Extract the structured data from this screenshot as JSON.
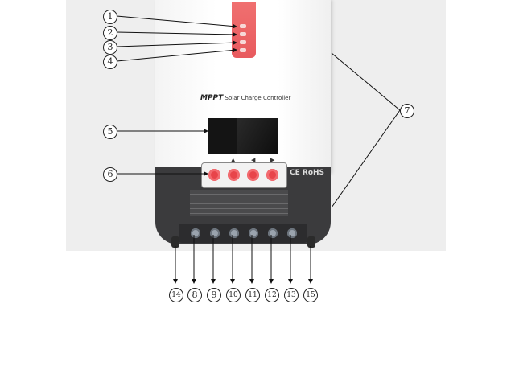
{
  "device": {
    "label_prefix": "MPPT",
    "label": "Solar Charge Controller",
    "ce_mark": "CE",
    "rohs_mark": "RoHS",
    "colors": {
      "accent": "#e8444a",
      "body_dark": "#3b3b3d",
      "body_light": "#ffffff"
    }
  },
  "callouts": {
    "c1": "1",
    "c2": "2",
    "c3": "3",
    "c4": "4",
    "c5": "5",
    "c6": "6",
    "c7": "7",
    "c8": "8",
    "c9": "9",
    "c10": "10",
    "c11": "11",
    "c12": "12",
    "c13": "13",
    "c14": "14",
    "c15": "15"
  }
}
